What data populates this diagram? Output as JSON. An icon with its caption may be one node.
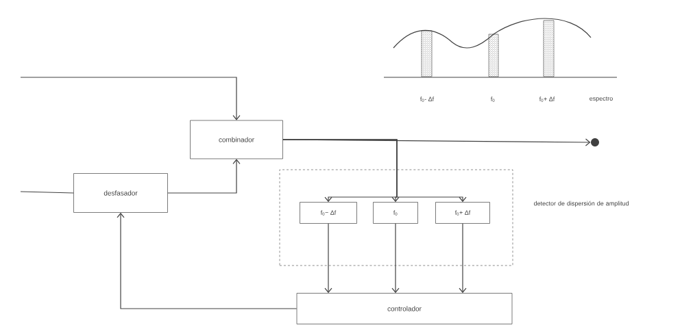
{
  "diagram": {
    "nodes": [
      {
        "text": [
          "combinador"
        ]
      },
      {
        "text": [
          "desfasador"
        ]
      },
      {
        "text": [
          "detector de dispersión de amplitud"
        ]
      },
      {
        "text": [
          "f$_{0}$− Δf"
        ],
        "in": 2
      },
      {
        "text": [
          "f$_{0}$"
        ],
        "in": 2
      },
      {
        "text": [
          "f$_{0}$+ Δf"
        ],
        "in": 2
      },
      {
        "text": [
          "controlador"
        ]
      },
      {
        "text": [],
        "shape": "circle"
      }
    ],
    "edges": [
      {
        "from": null,
        "to": 0,
        "arrow": "to"
      },
      {
        "from": null,
        "to": 1,
        "arrow": "none"
      },
      {
        "from": 1,
        "to": 0,
        "arrow": "to"
      },
      {
        "from": 0,
        "to": 7,
        "arrow": "to"
      },
      {
        "from": 0,
        "to": 3,
        "arrow": "to"
      },
      {
        "from": 0,
        "to": 4,
        "arrow": "to"
      },
      {
        "from": 0,
        "to": 5,
        "arrow": "to"
      },
      {
        "from": 3,
        "to": 6,
        "arrow": "to"
      },
      {
        "from": 4,
        "to": 6,
        "arrow": "to"
      },
      {
        "from": 5,
        "to": 6,
        "arrow": "to"
      },
      {
        "from": 6,
        "to": 1,
        "arrow": "to"
      }
    ],
    "labels": [
      "f$_{0}$- Δf",
      "f$_{0}$",
      "f$_{0}$+ Δf",
      "espectro"
    ]
  }
}
